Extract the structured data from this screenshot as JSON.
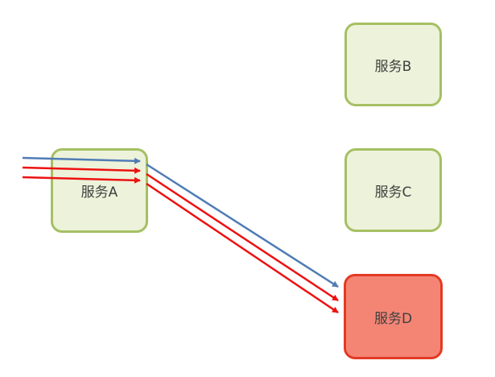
{
  "diagram": {
    "title": "service-call-diagram",
    "nodes": [
      {
        "id": "service-a",
        "label": "服务A",
        "type": "normal"
      },
      {
        "id": "service-b",
        "label": "服务B",
        "type": "normal"
      },
      {
        "id": "service-c",
        "label": "服务C",
        "type": "normal"
      },
      {
        "id": "service-d",
        "label": "服务D",
        "type": "highlight"
      }
    ],
    "edges": [
      {
        "name": "blue-request",
        "from": "left-edge",
        "via": "service-a",
        "to": "service-d",
        "color": "blue"
      },
      {
        "name": "red-request-1",
        "from": "left-edge",
        "via": "service-a",
        "to": "service-d",
        "color": "red"
      },
      {
        "name": "red-request-2",
        "from": "left-edge",
        "via": "service-a",
        "to": "service-d",
        "color": "red"
      }
    ],
    "colors": {
      "node_fill": "#edf2da",
      "node_border": "#a5c063",
      "highlight_fill": "#f48575",
      "highlight_border": "#e33a24",
      "arrow_blue": "#4f7cb5",
      "arrow_red": "#ee1111",
      "label_text": "#3f3f3f",
      "background": "#ffffff"
    }
  }
}
